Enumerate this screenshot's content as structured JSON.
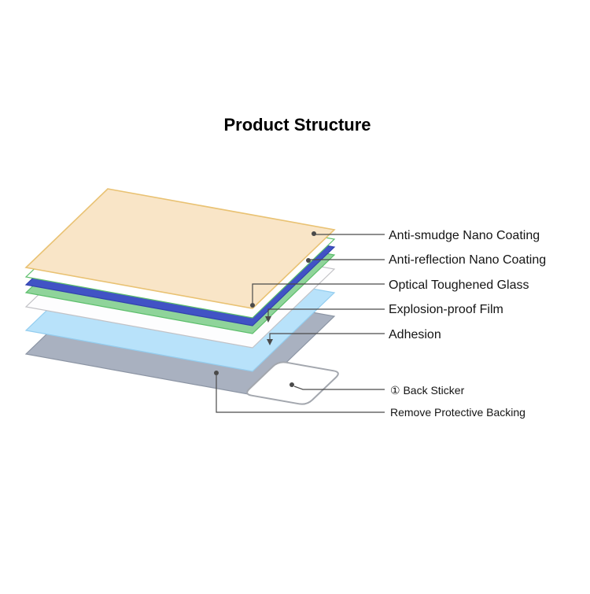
{
  "title": "Product Structure",
  "callouts": [
    {
      "text": "Anti-smudge Nano Coating"
    },
    {
      "text": "Anti-reflection Nano Coating"
    },
    {
      "text": "Optical Toughened Glass"
    },
    {
      "text": "Explosion-proof Film"
    },
    {
      "text": "Adhesion"
    },
    {
      "text": "① Back Sticker"
    },
    {
      "text": "Remove Protective Backing"
    }
  ],
  "layers": [
    {
      "name": "top-sheet-anti-smudge",
      "fill": "#F9E5C7",
      "stroke": "#E9C273"
    },
    {
      "name": "anti-reflection-coating",
      "fill": "#FFFFFF",
      "stroke": "#5CBE6B"
    },
    {
      "name": "optical-toughened-glass",
      "fill": "#4153C5",
      "stroke": "#3242AE"
    },
    {
      "name": "glass-lower-edge",
      "fill": "#8FD49A",
      "stroke": "#5CBE6B"
    },
    {
      "name": "explosion-proof-film",
      "fill": "#FDFDFE",
      "stroke": "#C2C2C6"
    },
    {
      "name": "adhesion-layer",
      "fill": "#B8E2FA",
      "stroke": "#93CDEF"
    },
    {
      "name": "protective-backing",
      "fill": "#A9B1C0",
      "stroke": "#8C95A4"
    }
  ],
  "sticker": {
    "fill": "#FFFFFF",
    "stroke": "#A3A7AE"
  },
  "line_color": "#4A4A4A"
}
